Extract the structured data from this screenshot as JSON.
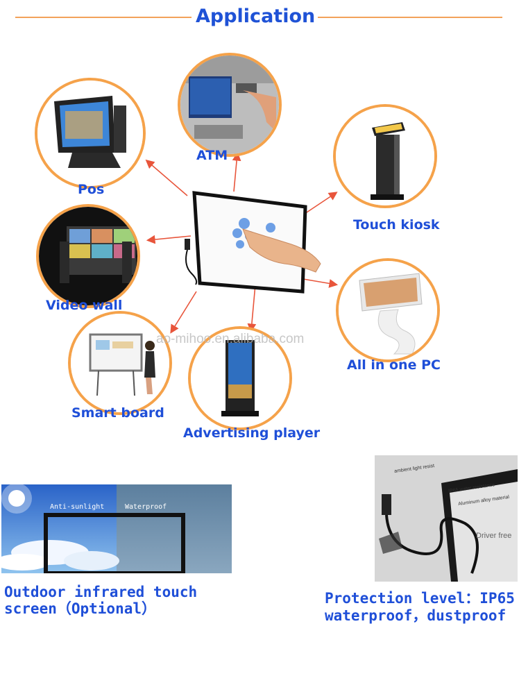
{
  "header": {
    "title": "Application"
  },
  "applications": [
    {
      "id": "pos",
      "label": "Pos"
    },
    {
      "id": "atm",
      "label": "ATM"
    },
    {
      "id": "kiosk",
      "label": "Touch kiosk"
    },
    {
      "id": "videowall",
      "label": "Video wall"
    },
    {
      "id": "allinone",
      "label": "All in one PC"
    },
    {
      "id": "smartboard",
      "label": "Smart board"
    },
    {
      "id": "adplayer",
      "label": "Advertising player"
    }
  ],
  "watermark": "ao-mihoo.en.alibaba.com",
  "outdoor": {
    "panel_left": "Anti-sunlight",
    "panel_right": "Waterproof",
    "caption_line1": "Outdoor infrared touch",
    "caption_line2": "screen（Optional）"
  },
  "protection": {
    "photo_tags": [
      "ambient light resist",
      "IP65 water resistance",
      "Aluminum alloy material",
      "Driver free"
    ],
    "caption_line1": "Protection level：IP65",
    "caption_line2": "waterproof，dustproof"
  },
  "colors": {
    "accent": "#f5a24a",
    "label_blue": "#1f4fd8",
    "arrow": "#e8553b"
  }
}
